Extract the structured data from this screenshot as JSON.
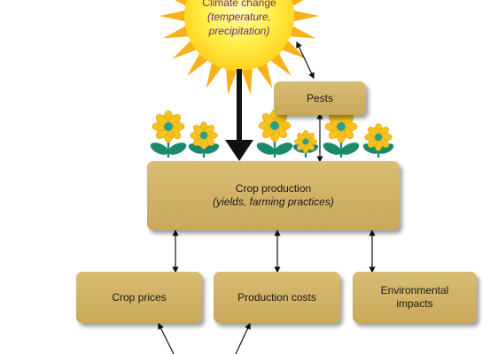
{
  "sun": {
    "title": "Climate change",
    "subtitle": "(temperature, precipitation)",
    "subtitle_line1": "(temperature,",
    "subtitle_line2": "precipitation)"
  },
  "pests": {
    "label": "Pests"
  },
  "crop_production": {
    "title": "Crop production",
    "subtitle": "(yields, farming practices)"
  },
  "crop_prices": {
    "label": "Crop prices"
  },
  "production_costs": {
    "label": "Production costs"
  },
  "environmental_impacts": {
    "label_line1": "Environmental",
    "label_line2": "impacts"
  },
  "colors": {
    "box": "#cfb066",
    "sun_rays": "#f7b21a",
    "sun_core": "#fff04a",
    "sun_text": "#6a2a7a",
    "petal": "#f6c21c",
    "flower_center": "#2aa08a",
    "leaf": "#1a8a6c",
    "arrow": "#111111"
  },
  "icons": [
    "sun-icon",
    "flower-icon",
    "leaf-icon"
  ]
}
